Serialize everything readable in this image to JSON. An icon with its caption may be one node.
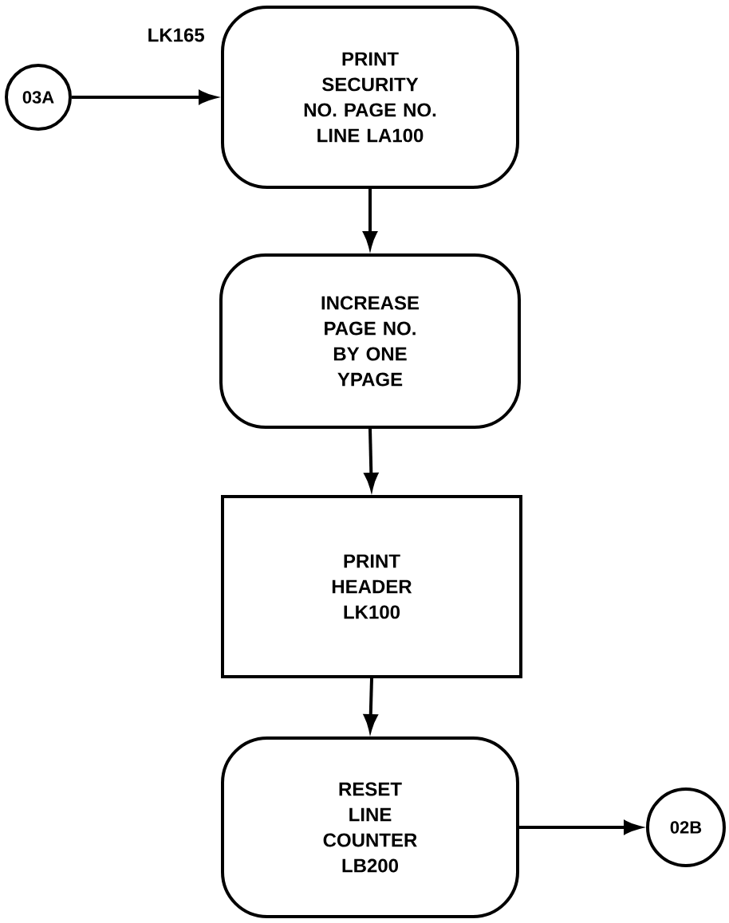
{
  "diagram": {
    "nodes": [
      {
        "text": [
          "03A"
        ]
      },
      {
        "text": [
          "PRINT SECURITY NO. PAGE NO. LINE LA100"
        ],
        "beside": [
          "LK165"
        ]
      },
      {
        "text": [
          "INCREASE PAGE NO. BY ONE YPAGE"
        ]
      },
      {
        "text": [
          "PRINT HEADER LK100"
        ]
      },
      {
        "text": [
          "RESET LINE COUNTER LB200"
        ]
      },
      {
        "text": [
          "02B"
        ]
      }
    ],
    "edges": [
      {
        "from": 0,
        "to": 1,
        "arrow": "to"
      },
      {
        "from": 1,
        "to": 2,
        "arrow": "to"
      },
      {
        "from": 2,
        "to": 3,
        "arrow": "to"
      },
      {
        "from": 3,
        "to": 4,
        "arrow": "to"
      },
      {
        "from": 4,
        "to": 5,
        "arrow": "to"
      }
    ]
  }
}
